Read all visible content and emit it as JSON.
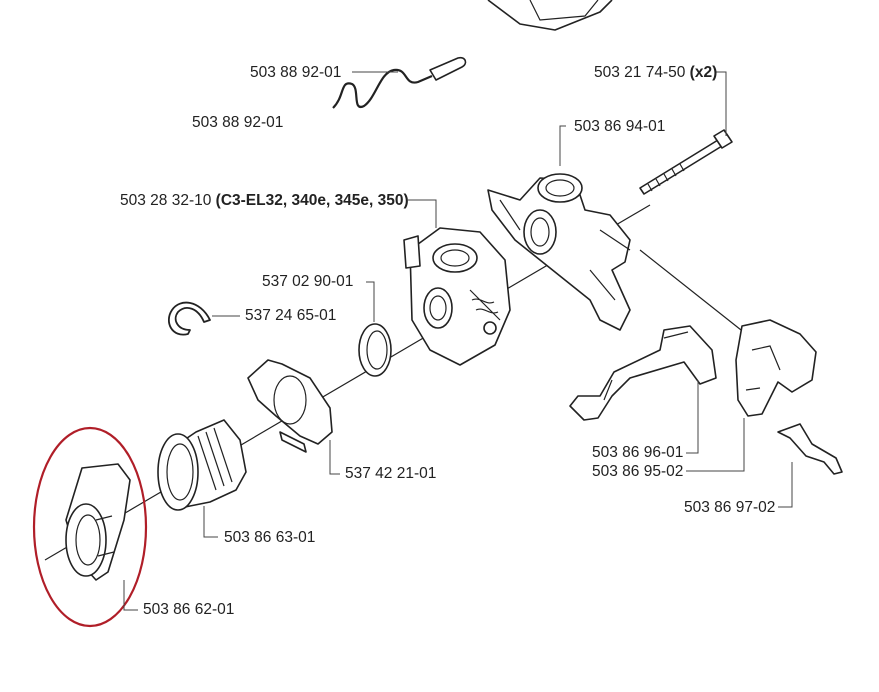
{
  "colors": {
    "highlight_circle": "#b01e28",
    "ink": "#222222"
  },
  "labels": {
    "wire_top": "503 88 92-01",
    "wire_bottom": "503 88 92-01",
    "bolt": "503 21 74-50",
    "bolt_qty": "(x2)",
    "holder": "503 86 94-01",
    "carb": "503 28 32-10",
    "carb_models": "(C3-EL32, 340e, 345e, 350)",
    "gasket": "537 02 90-01",
    "clip": "537 24 65-01",
    "clamp": "537 42 21-01",
    "boot": "503 86 63-01",
    "flange": "503 86 62-01",
    "lever": "503 86 96-01",
    "lever2": "503 86 95-02",
    "guard": "503 86 97-02"
  }
}
